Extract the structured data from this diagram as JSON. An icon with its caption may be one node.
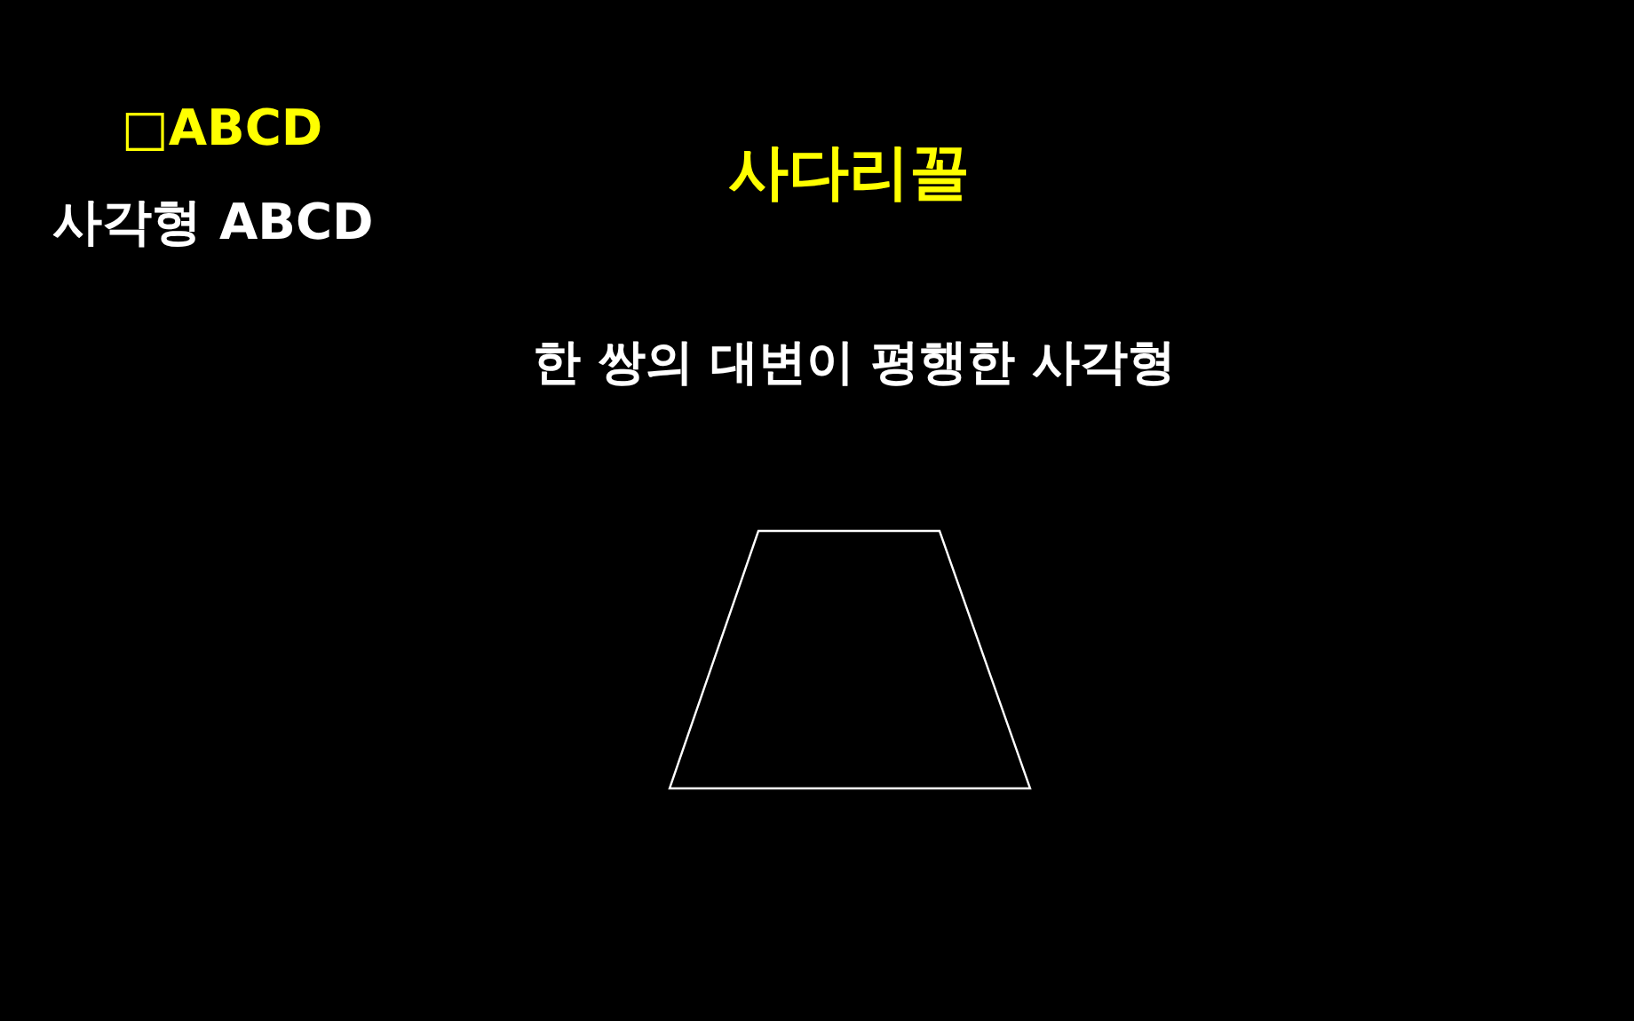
{
  "diagram": {
    "title": "사다리꼴",
    "nodes": [
      {
        "text": [],
        "shape": "trapezoid"
      }
    ],
    "labels": [
      "□ABCD",
      "사각형 ABCD",
      "한 쌍의 대변이 평행한 사각형"
    ]
  }
}
